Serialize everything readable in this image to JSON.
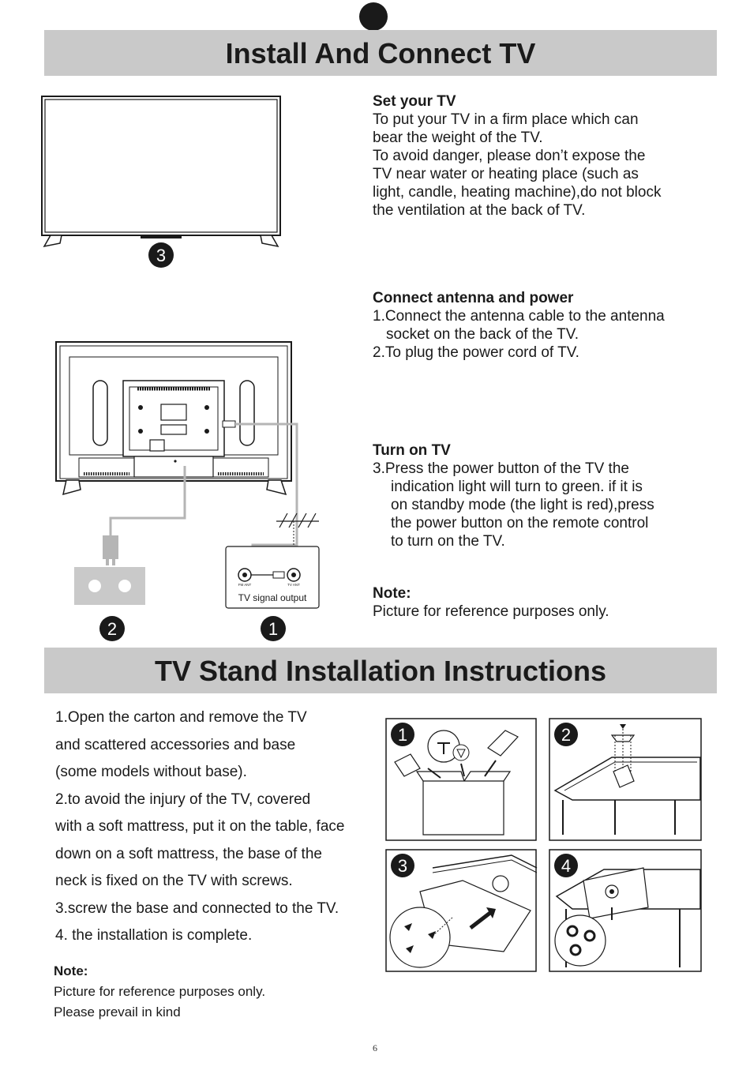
{
  "section1": {
    "title": "Install And Connect TV",
    "set_tv": {
      "heading": "Set your TV",
      "lines": [
        "To put your TV in a firm place which can",
        "bear the weight of the TV.",
        "To avoid danger, please don’t expose the",
        "TV near water or heating place (such as",
        "light, candle, heating machine),do not block",
        "the ventilation at the back of TV."
      ]
    },
    "connect": {
      "heading": "Connect antenna and power",
      "lines": [
        "1.Connect the antenna cable to the antenna",
        "socket on the back of the TV.",
        "2.To plug the power cord of TV."
      ]
    },
    "turn_on": {
      "heading": "Turn on TV",
      "lines": [
        "3.Press the power button of the TV the",
        "indication light will turn to green. if it is",
        "on standby mode (the light is red),press",
        "the power button on the remote control",
        "to turn on the TV."
      ]
    },
    "note": {
      "heading": "Note:",
      "text": "Picture for reference purposes only."
    },
    "diagram": {
      "callout_3": "3",
      "callout_2": "2",
      "callout_1": "1",
      "signal_box_label": "TV signal output",
      "fm_ant": "FM ANT",
      "tv_ant": "TV ANT"
    }
  },
  "section2": {
    "title": "TV Stand Installation Instructions",
    "lines": [
      "1.Open the carton and remove the TV",
      "and scattered accessories and base",
      "(some models without base).",
      "2.to avoid the injury of the TV, covered",
      "with a soft mattress, put it on the table, face",
      "down on a soft mattress, the base of the",
      "neck is fixed on the TV with screws.",
      "3.screw the base and connected to the TV.",
      "4. the installation is complete."
    ],
    "note": {
      "heading": "Note:",
      "lines": [
        "Picture for reference purposes only.",
        "Please prevail in kind"
      ]
    },
    "steps": [
      "1",
      "2",
      "3",
      "4"
    ]
  },
  "page_number": "6"
}
